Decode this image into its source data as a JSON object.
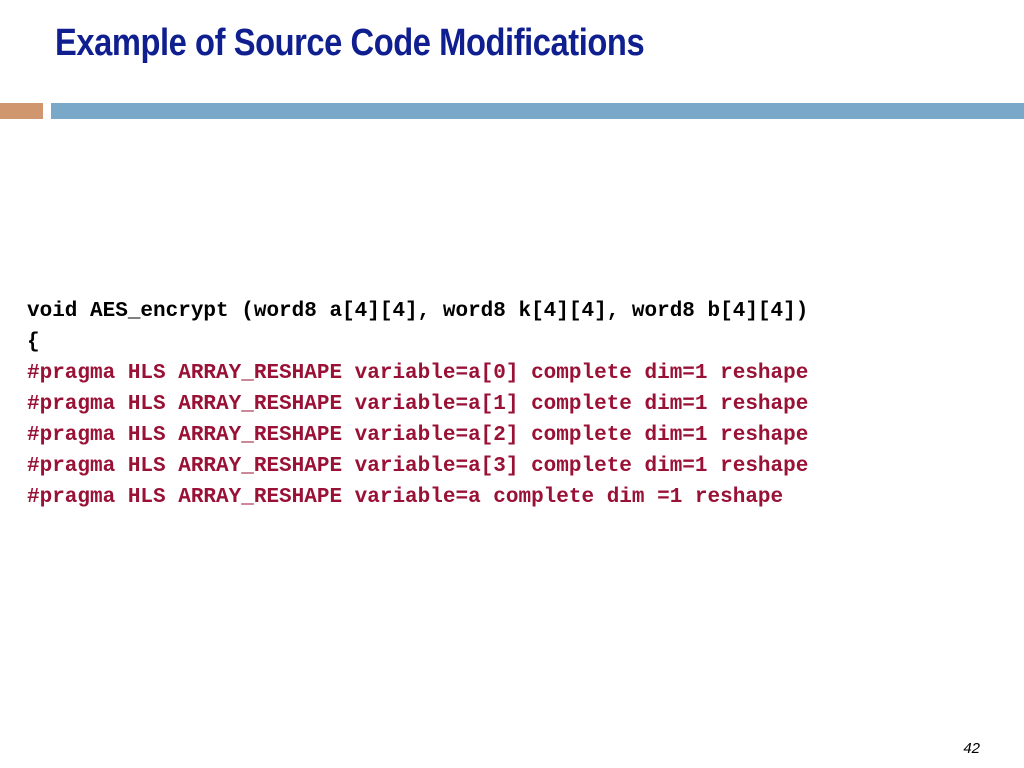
{
  "slide": {
    "title": "Example of Source Code Modifications",
    "page_number": "42"
  },
  "colors": {
    "title": "#0f1f8f",
    "accent_left": "#d0966e",
    "accent_right": "#7aa8c8",
    "pragma": "#9a1136",
    "plain": "#000000"
  },
  "code": {
    "lines": [
      {
        "text": "void AES_encrypt (word8 a[4][4], word8 k[4][4], word8 b[4][4])",
        "style": "plain"
      },
      {
        "text": "{",
        "style": "plain"
      },
      {
        "text": "#pragma HLS ARRAY_RESHAPE variable=a[0] complete dim=1 reshape",
        "style": "pragma"
      },
      {
        "text": "#pragma HLS ARRAY_RESHAPE variable=a[1] complete dim=1 reshape",
        "style": "pragma"
      },
      {
        "text": "#pragma HLS ARRAY_RESHAPE variable=a[2] complete dim=1 reshape",
        "style": "pragma"
      },
      {
        "text": "#pragma HLS ARRAY_RESHAPE variable=a[3] complete dim=1 reshape",
        "style": "pragma"
      },
      {
        "text": "#pragma HLS ARRAY_RESHAPE variable=a complete dim =1 reshape",
        "style": "pragma"
      }
    ]
  }
}
